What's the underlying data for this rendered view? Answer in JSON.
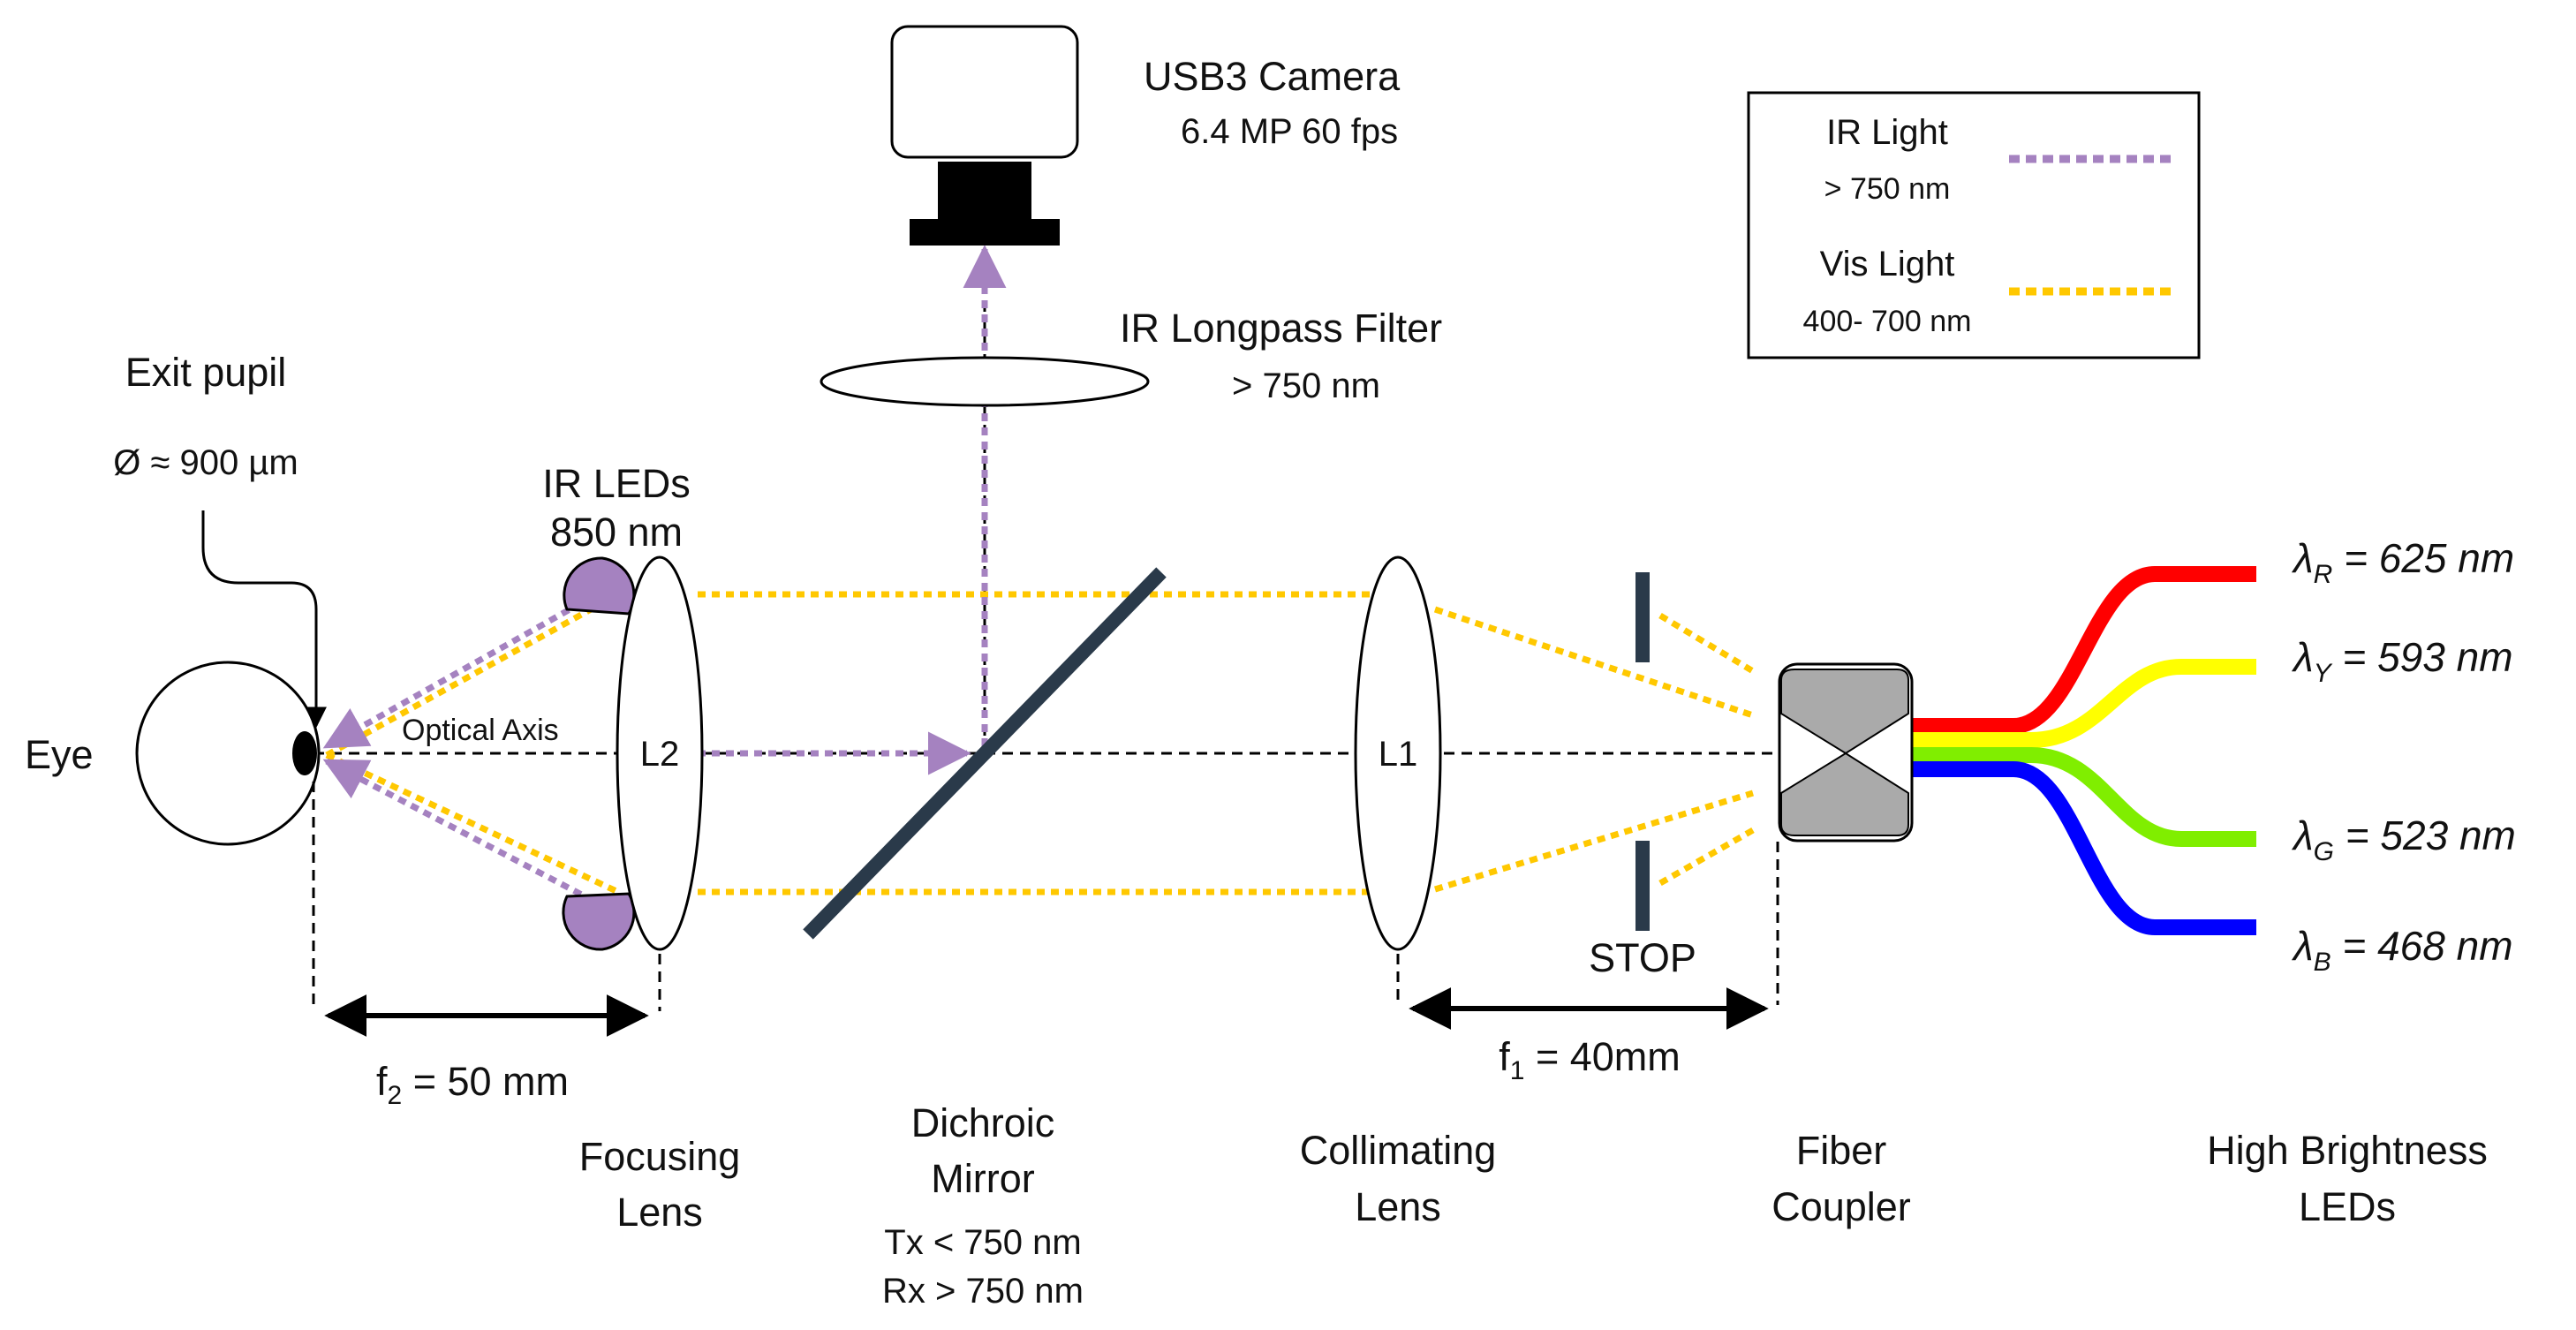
{
  "eye": {
    "label": "Eye"
  },
  "exit_pupil": {
    "title": "Exit pupil",
    "diameter": "Ø ≈ 900 µm"
  },
  "ir_leds": {
    "name": "IR LEDs",
    "wavelength": "850 nm"
  },
  "optical_axis": "Optical Axis",
  "lens_l2": {
    "tag": "L2",
    "name_line1": "Focusing",
    "name_line2": "Lens"
  },
  "f2": {
    "prefix": "f",
    "sub": "2",
    "suffix": " = 50 mm"
  },
  "camera": {
    "name": "USB3 Camera",
    "specs": "6.4 MP 60 fps"
  },
  "ir_filter": {
    "name": "IR Longpass Filter",
    "spec": "> 750 nm"
  },
  "dichroic": {
    "name_line1": "Dichroic",
    "name_line2": "Mirror",
    "tx": "Tx < 750 nm",
    "rx": "Rx > 750 nm"
  },
  "lens_l1": {
    "tag": "L1",
    "name_line1": "Collimating",
    "name_line2": "Lens"
  },
  "f1": {
    "prefix": "f",
    "sub": "1",
    "suffix": " = 40mm"
  },
  "stop": "STOP",
  "fiber_coupler": {
    "name_line1": "Fiber",
    "name_line2": "Coupler"
  },
  "leds": {
    "name_line1": "High Brightness",
    "name_line2": "LEDs",
    "items": [
      {
        "sub": "R",
        "value": " = 625 nm",
        "color": "#ff0000"
      },
      {
        "sub": "Y",
        "value": " = 593 nm",
        "color": "#ffff00"
      },
      {
        "sub": "G",
        "value": " = 523 nm",
        "color": "#80ee00"
      },
      {
        "sub": "B",
        "value": " = 468 nm",
        "color": "#0000ff"
      }
    ]
  },
  "legend": {
    "ir": {
      "label": "IR Light",
      "range": "> 750 nm",
      "color": "#a582c0"
    },
    "vis": {
      "label": "Vis Light",
      "range": "400- 700 nm",
      "color": "#ffc800"
    }
  },
  "colors": {
    "mirror": "#2a3a4a",
    "led_fill": "#a582c0",
    "coupler_fill": "#aaaaaa"
  }
}
